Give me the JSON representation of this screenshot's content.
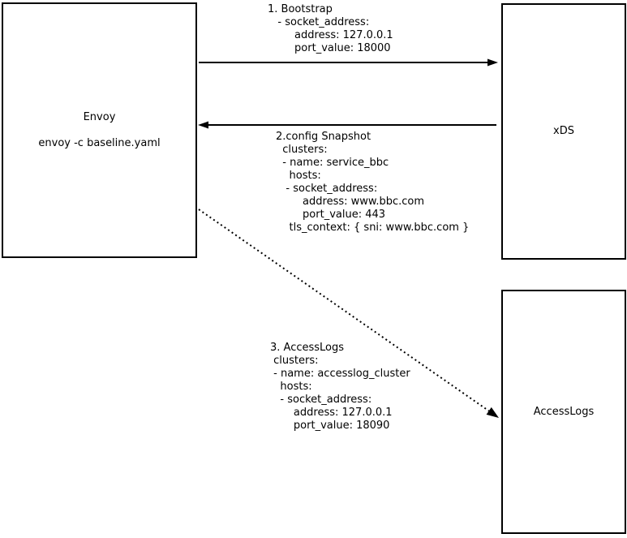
{
  "colors": {
    "background": "#ffffff",
    "node_fill": "#ffffff",
    "stroke": "#000000",
    "text": "#000000"
  },
  "nodes": {
    "envoy": {
      "title": "Envoy",
      "subtitle": "envoy -c baseline.yaml"
    },
    "xds": {
      "label": "xDS"
    },
    "accesslogs": {
      "label": "AccessLogs"
    }
  },
  "messages": {
    "bootstrap": "1. Bootstrap\n   - socket_address:\n        address: 127.0.0.1\n        port_value: 18000",
    "config_snapshot": "2.config Snapshot\n  clusters:\n  - name: service_bbc\n    hosts:\n   - socket_address:\n        address: www.bbc.com\n        port_value: 443\n    tls_context: { sni: www.bbc.com }",
    "accesslogs": "3. AccessLogs\n clusters:\n - name: accesslog_cluster\n   hosts:\n   - socket_address:\n       address: 127.0.0.1\n       port_value: 18090"
  }
}
